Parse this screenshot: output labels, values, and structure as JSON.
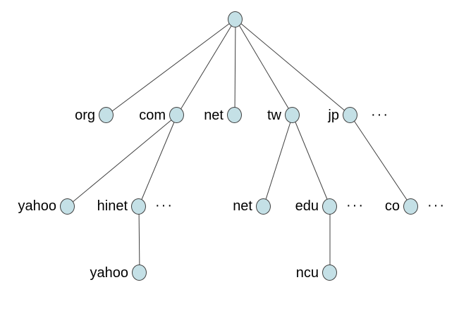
{
  "diagram": {
    "type": "tree",
    "node_fill_color": "#c4e0e6",
    "node_border_color": "#3f3f3f",
    "edge_color": "#3f3f3f",
    "background_color": "#ffffff"
  },
  "nodes": {
    "root": {
      "label": ""
    },
    "org": {
      "label": "org"
    },
    "com": {
      "label": "com"
    },
    "net_tld": {
      "label": "net"
    },
    "tw": {
      "label": "tw"
    },
    "jp": {
      "label": "jp"
    },
    "tld_ellipsis": {
      "label": "···"
    },
    "yahoo_com": {
      "label": "yahoo"
    },
    "hinet": {
      "label": "hinet"
    },
    "com_ellipsis": {
      "label": "···"
    },
    "net_tw": {
      "label": "net"
    },
    "edu_tw": {
      "label": "edu"
    },
    "tw_ellipsis": {
      "label": "···"
    },
    "co_jp": {
      "label": "co"
    },
    "jp_ellipsis": {
      "label": "···"
    },
    "yahoo_hinet": {
      "label": "yahoo"
    },
    "ncu": {
      "label": "ncu"
    }
  },
  "edges": [
    {
      "from": "root",
      "to": "org"
    },
    {
      "from": "root",
      "to": "com"
    },
    {
      "from": "root",
      "to": "net_tld"
    },
    {
      "from": "root",
      "to": "tw"
    },
    {
      "from": "root",
      "to": "jp"
    },
    {
      "from": "com",
      "to": "yahoo_com"
    },
    {
      "from": "com",
      "to": "hinet"
    },
    {
      "from": "tw",
      "to": "net_tw"
    },
    {
      "from": "tw",
      "to": "edu_tw"
    },
    {
      "from": "jp",
      "to": "co_jp"
    },
    {
      "from": "hinet",
      "to": "yahoo_hinet"
    },
    {
      "from": "edu_tw",
      "to": "ncu"
    }
  ]
}
